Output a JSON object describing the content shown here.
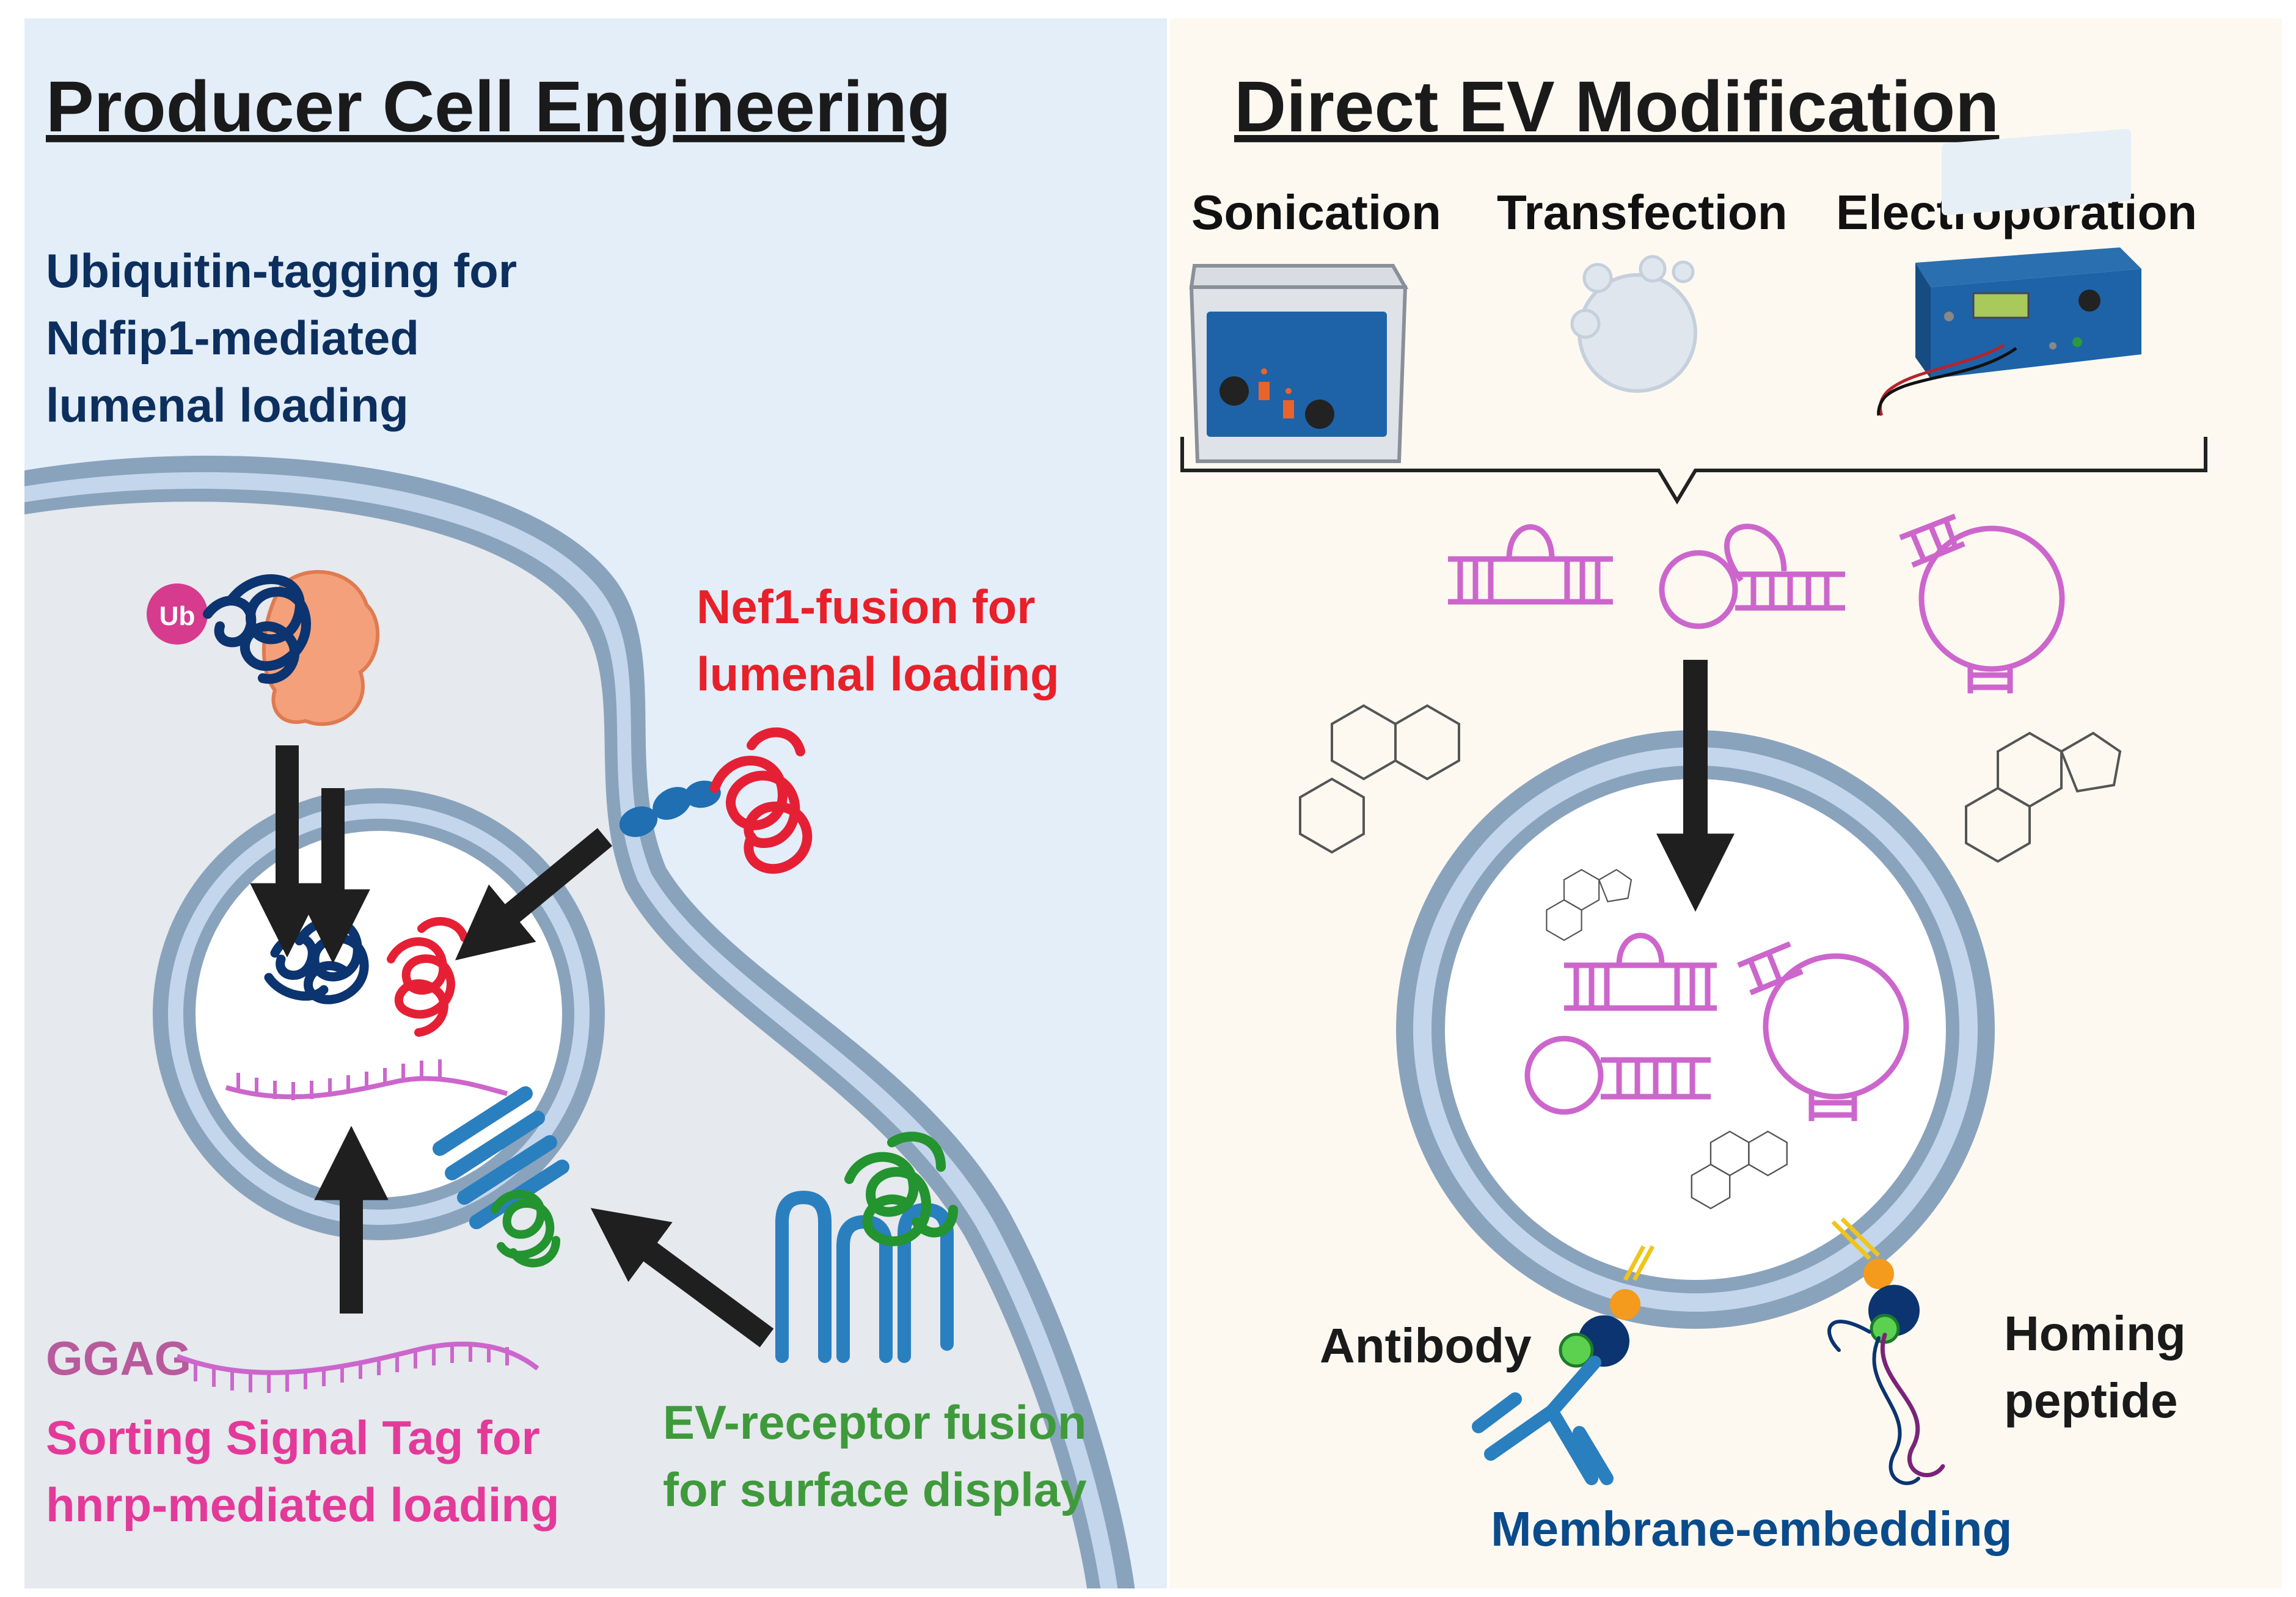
{
  "left_panel": {
    "title": "Producer Cell Engineering",
    "ubiquitin_label": [
      "Ubiquitin-tagging for",
      "Ndfip1-mediated",
      "lumenal loading"
    ],
    "ub_badge": "Ub",
    "nef_label": [
      "Nef1-fusion for",
      "lumenal loading"
    ],
    "ggag_text": "GGAG",
    "sorting_label": [
      "Sorting Signal Tag for",
      "hnrp-mediated loading"
    ],
    "receptor_label": [
      "EV-receptor fusion",
      "for surface display"
    ]
  },
  "right_panel": {
    "title": "Direct EV Modification",
    "methods": [
      "Sonication",
      "Transfection",
      "Electroporation"
    ],
    "antibody_label": "Antibody",
    "homing_label": [
      "Homing",
      "peptide"
    ],
    "membrane_label": "Membrane-embedding"
  },
  "colors": {
    "left_background": "#e3eef9",
    "right_background": "#fdf9f1",
    "membrane_outer": "#8aa3bd",
    "membrane_inner": "#c3d6ec",
    "cytoplasm": "#e6e9ed",
    "vesicle_lumen": "#ffffff",
    "arrow": "#1f1f1f",
    "rna_magenta": "#cc66cc",
    "protein_navy": "#0b3470",
    "protein_red": "#e52035",
    "protein_green": "#23942f",
    "receptor_blue": "#2a7fbf",
    "orange_protein": "#f4a07a",
    "ub_circle": "#d63b8e",
    "instrument_blue": "#1e63a8",
    "lipid_orange": "#f49a1c"
  },
  "icons": [
    "ubiquitin-badge-icon",
    "ultrasonic-bath-icon",
    "liposome-icon",
    "electroporator-icon",
    "rna-hairpin-icon",
    "small-molecule-icon",
    "protein-coil-icon",
    "transmembrane-receptor-icon",
    "antibody-icon",
    "homing-peptide-icon",
    "down-arrow-icon"
  ]
}
